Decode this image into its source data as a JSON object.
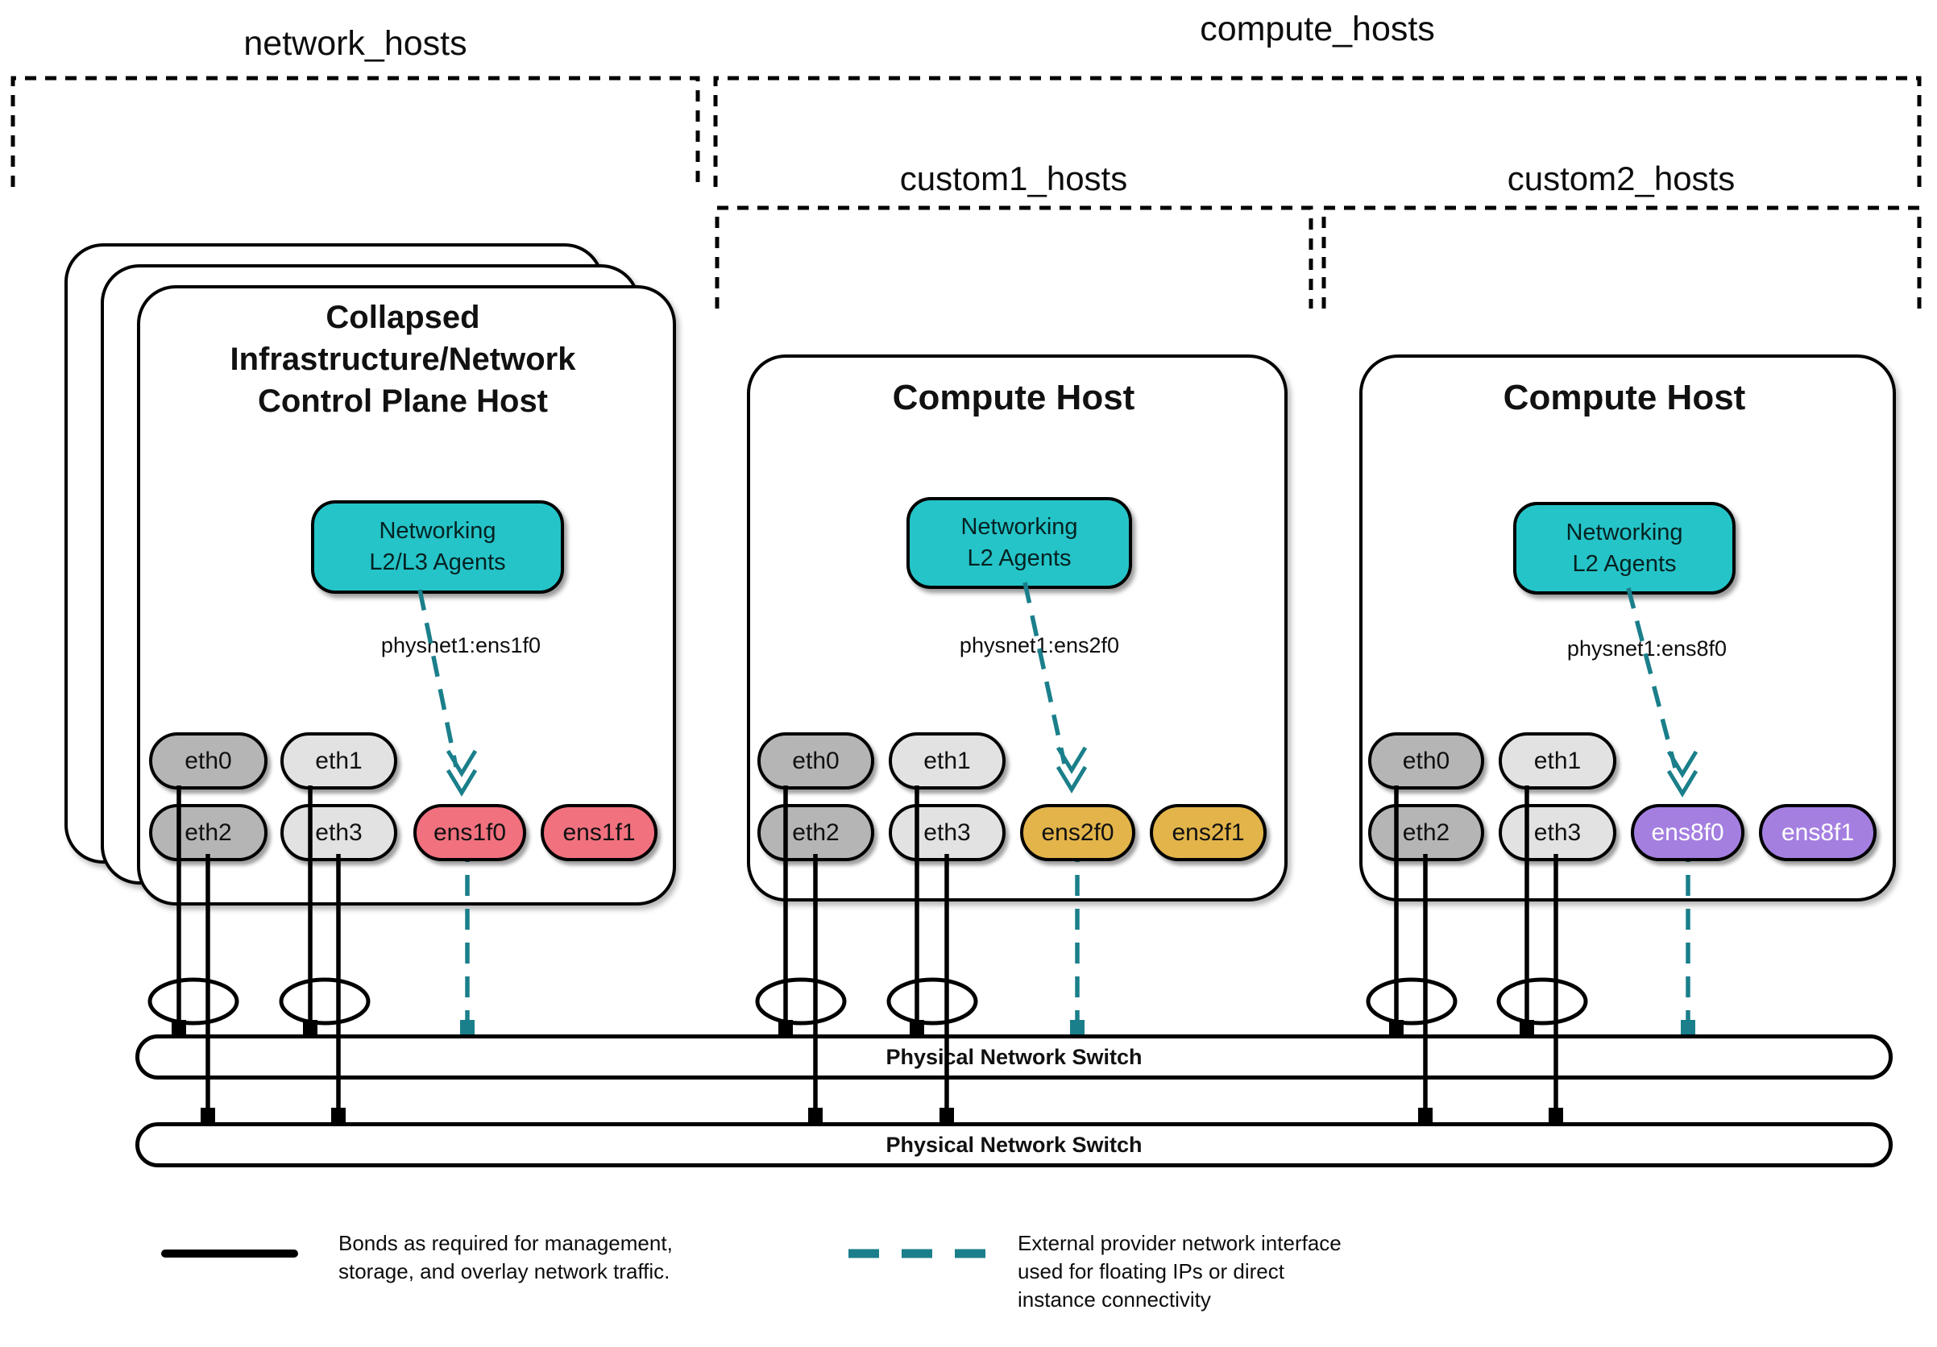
{
  "diagram": {
    "groups": {
      "network": {
        "label": "network_hosts"
      },
      "compute": {
        "label": "compute_hosts"
      },
      "custom1": {
        "label": "custom1_hosts"
      },
      "custom2": {
        "label": "custom2_hosts"
      }
    },
    "hosts": [
      {
        "title_lines": [
          "Collapsed",
          "Infrastructure/Network",
          "Control Plane Host"
        ],
        "agent_lines": [
          "Networking",
          "L2/L3 Agents"
        ],
        "physnet_label": "physnet1:ens1f0",
        "nics": [
          "eth0",
          "eth1",
          "eth2",
          "eth3",
          "ens1f0",
          "ens1f1"
        ],
        "provider_nic_color": "#f1717f"
      },
      {
        "title_lines": [
          "Compute Host"
        ],
        "agent_lines": [
          "Networking",
          "L2 Agents"
        ],
        "physnet_label": "physnet1:ens2f0",
        "nics": [
          "eth0",
          "eth1",
          "eth2",
          "eth3",
          "ens2f0",
          "ens2f1"
        ],
        "provider_nic_color": "#e2b44a"
      },
      {
        "title_lines": [
          "Compute Host"
        ],
        "agent_lines": [
          "Networking",
          "L2 Agents"
        ],
        "physnet_label": "physnet1:ens8f0",
        "nics": [
          "eth0",
          "eth1",
          "eth2",
          "eth3",
          "ens8f0",
          "ens8f1"
        ],
        "provider_nic_color": "#a47fe0"
      }
    ],
    "switches": [
      {
        "label": "Physical Network Switch"
      },
      {
        "label": "Physical Network Switch"
      }
    ],
    "legend": {
      "bond": {
        "line1": "Bonds as required for management,",
        "line2": "storage, and overlay network traffic."
      },
      "external": {
        "line1": "External provider network interface",
        "line2": "used for floating IPs or direct",
        "line3": "instance connectivity"
      }
    },
    "colors": {
      "agent_teal": "#25c4c8",
      "provider_line_teal": "#1a7f8a",
      "nic_pink": "#f1717f",
      "nic_gold": "#e2b44a",
      "nic_purple": "#a47fe0",
      "nic_gray_dark": "#b5b5b5",
      "nic_gray_light": "#e2e2e2"
    }
  }
}
